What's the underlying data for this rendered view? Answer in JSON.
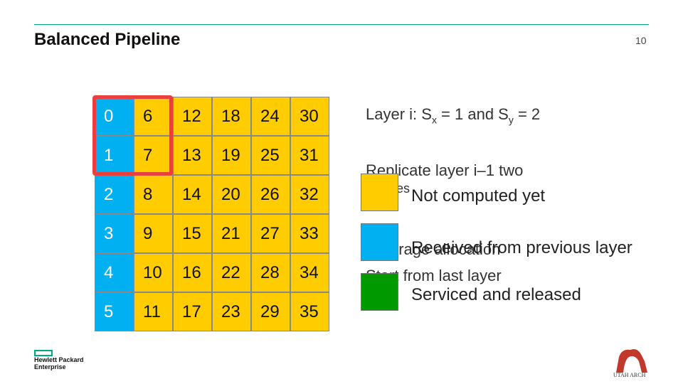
{
  "slide": {
    "title": "Balanced Pipeline",
    "number": "10"
  },
  "grid": {
    "rows": [
      [
        "0",
        "6",
        "12",
        "18",
        "24",
        "30"
      ],
      [
        "1",
        "7",
        "13",
        "19",
        "25",
        "31"
      ],
      [
        "2",
        "8",
        "14",
        "20",
        "26",
        "32"
      ],
      [
        "3",
        "9",
        "15",
        "21",
        "27",
        "33"
      ],
      [
        "4",
        "10",
        "16",
        "22",
        "28",
        "34"
      ],
      [
        "5",
        "11",
        "17",
        "23",
        "29",
        "35"
      ]
    ],
    "blue_column": 0
  },
  "text": {
    "layer_prefix": "Layer i: S",
    "layer_sub_x": "x",
    "layer_mid": " = 1 and S",
    "layer_sub_y": "y",
    "layer_suffix": " = 2",
    "replicate": "Replicate layer i–1 two",
    "times_fragment": "tes",
    "storage_fragment": "orage allocation",
    "start": "Start from last layer"
  },
  "legend": [
    {
      "label": "Not computed yet",
      "color": "#ffcc00"
    },
    {
      "label": "Received from previous layer",
      "color": "#00b0f0"
    },
    {
      "label": "Serviced and released",
      "color": "#009900"
    }
  ],
  "logos": {
    "hpe_line1": "Hewlett Packard",
    "hpe_line2": "Enterprise",
    "utah_arch": "UTAH ARCH"
  },
  "colors": {
    "accent_green": "#01a982",
    "highlight_red": "#e8403e",
    "cell_yellow": "#ffcc00",
    "cell_blue": "#00b0f0"
  }
}
